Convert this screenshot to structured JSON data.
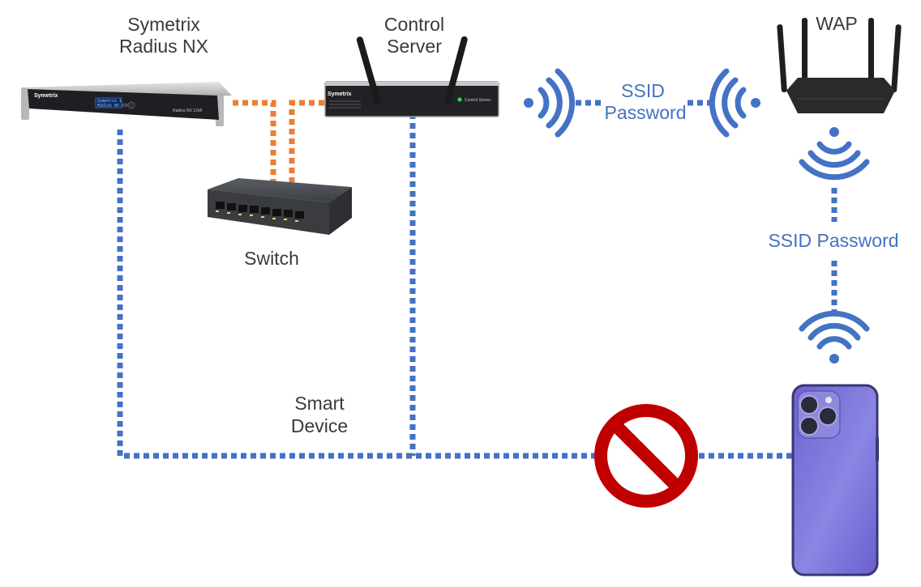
{
  "labels": {
    "radius_line1": "Symetrix",
    "radius_line2": "Radius NX",
    "control_line1": "Control",
    "control_line2": "Server",
    "wap": "WAP",
    "switch": "Switch",
    "smart_line1": "Smart",
    "smart_line2": "Device",
    "ssid_line1": "SSID",
    "ssid_line2": "Password",
    "ssid_password": "SSID Password"
  },
  "devices": {
    "radius_brand": "Symetrix",
    "radius_model": "Radius NX 12x8",
    "radius_lcd_line1": "Symetrix 1",
    "radius_lcd_line2": "Radius NX 12x8",
    "control_brand": "Symetrix",
    "control_model": "Control Server"
  },
  "colors": {
    "wireless": "#4472c4",
    "ethernet": "#ed7d31",
    "dark_text": "#3a3a3a",
    "no_sign": "#c00000",
    "phone_body": "#7b73d6"
  },
  "icons": {
    "wifi_waves": "wifi-icon",
    "blocked": "no-entry-sign-icon",
    "phone": "smartphone-icon",
    "router": "wireless-router-icon",
    "switch": "network-switch-icon"
  }
}
